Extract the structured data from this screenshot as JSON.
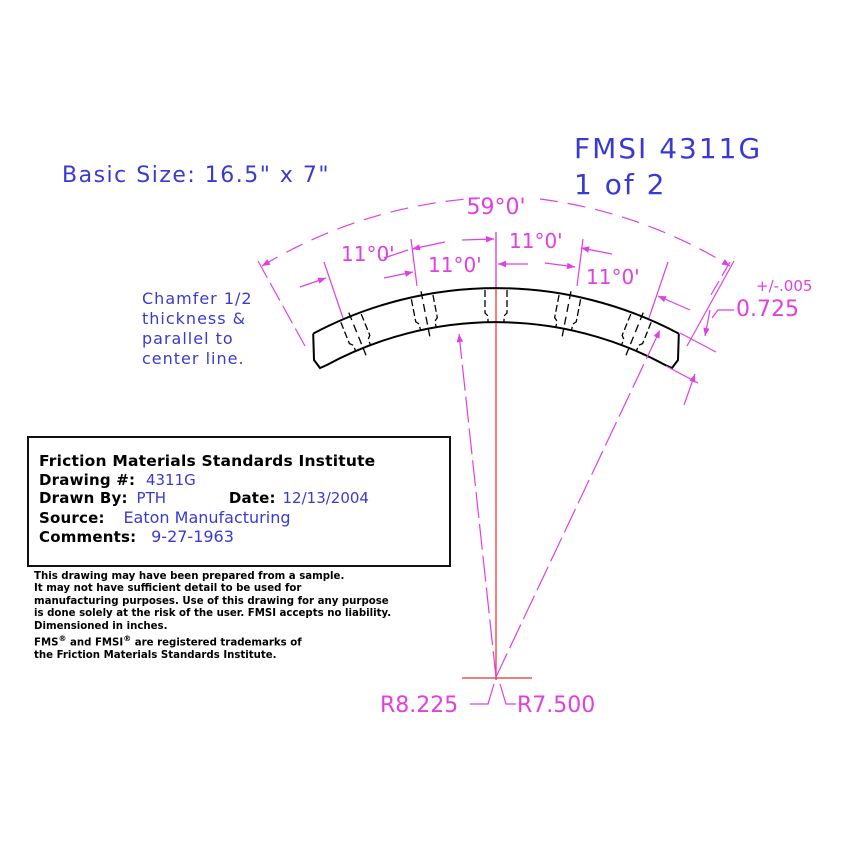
{
  "header": {
    "basic_size": "Basic Size: 16.5\" x 7\"",
    "part_number": "FMSI 4311G",
    "sheet": "1 of 2"
  },
  "dimensions": {
    "total_angle": "59°0'",
    "slot_angles": [
      "11°0'",
      "11°0'",
      "11°0'",
      "11°0'"
    ],
    "thickness": "0.725",
    "thickness_tolerance": "+/-.005",
    "outer_radius": "R8.225",
    "inner_radius": "R7.500"
  },
  "notes": {
    "chamfer_lines": [
      "Chamfer 1/2",
      "thickness &",
      "parallel to",
      "center line."
    ]
  },
  "title_block": {
    "organization": "Friction Materials Standards Institute",
    "drawing_label": "Drawing #:",
    "drawing_value": "4311G",
    "drawn_by_label": "Drawn By:",
    "drawn_by_value": "PTH",
    "date_label": "Date:",
    "date_value": "12/13/2004",
    "source_label": "Source:",
    "source_value": "Eaton Manufacturing",
    "comments_label": "Comments:",
    "comments_value": "9-27-1963"
  },
  "disclaimer": {
    "lines": [
      "This drawing may have been prepared from a sample.",
      "It may not have sufficient detail to be used for",
      "manufacturing purposes.  Use of this drawing for any purpose",
      "is done solely at the risk of the user. FMSI accepts no liability.",
      "Dimensioned in inches."
    ],
    "trademark_a": "FMS",
    "trademark_mid": " and FMSI",
    "trademark_end": " are registered trademarks of",
    "registered_symbol": "®",
    "last_line": "the Friction Materials Standards Institute."
  },
  "colors": {
    "text_blue": "#3a3ad0",
    "dimension_magenta": "#e040e0",
    "centerline_red": "#e83030",
    "outline_black": "#000000"
  }
}
